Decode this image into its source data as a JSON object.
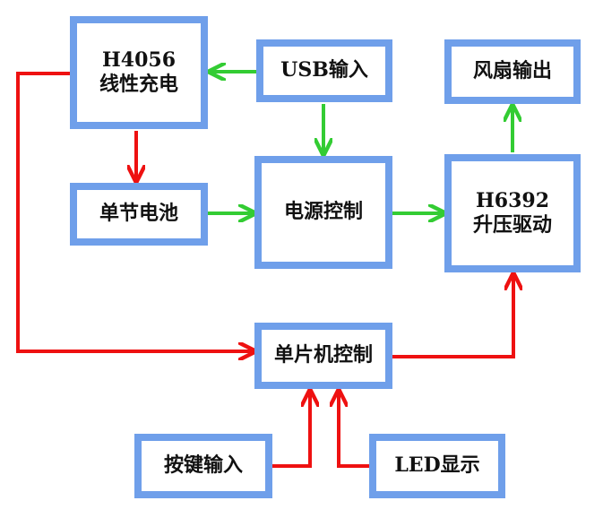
{
  "colors": {
    "box_border": "#6f9fea",
    "power_flow": "#33cc33",
    "control_flow": "#ee1111"
  },
  "nodes": {
    "h4056": {
      "line1": "H4056",
      "line2": "线性充电"
    },
    "usb": {
      "label": "USB输入"
    },
    "fan": {
      "label": "风扇输出"
    },
    "battery": {
      "label": "单节电池"
    },
    "power_ctrl": {
      "label": "电源控制"
    },
    "h6392": {
      "line1": "H6392",
      "line2": "升压驱动"
    },
    "mcu": {
      "label": "单片机控制"
    },
    "keys": {
      "label": "按键输入"
    },
    "led": {
      "label": "LED显示"
    }
  }
}
